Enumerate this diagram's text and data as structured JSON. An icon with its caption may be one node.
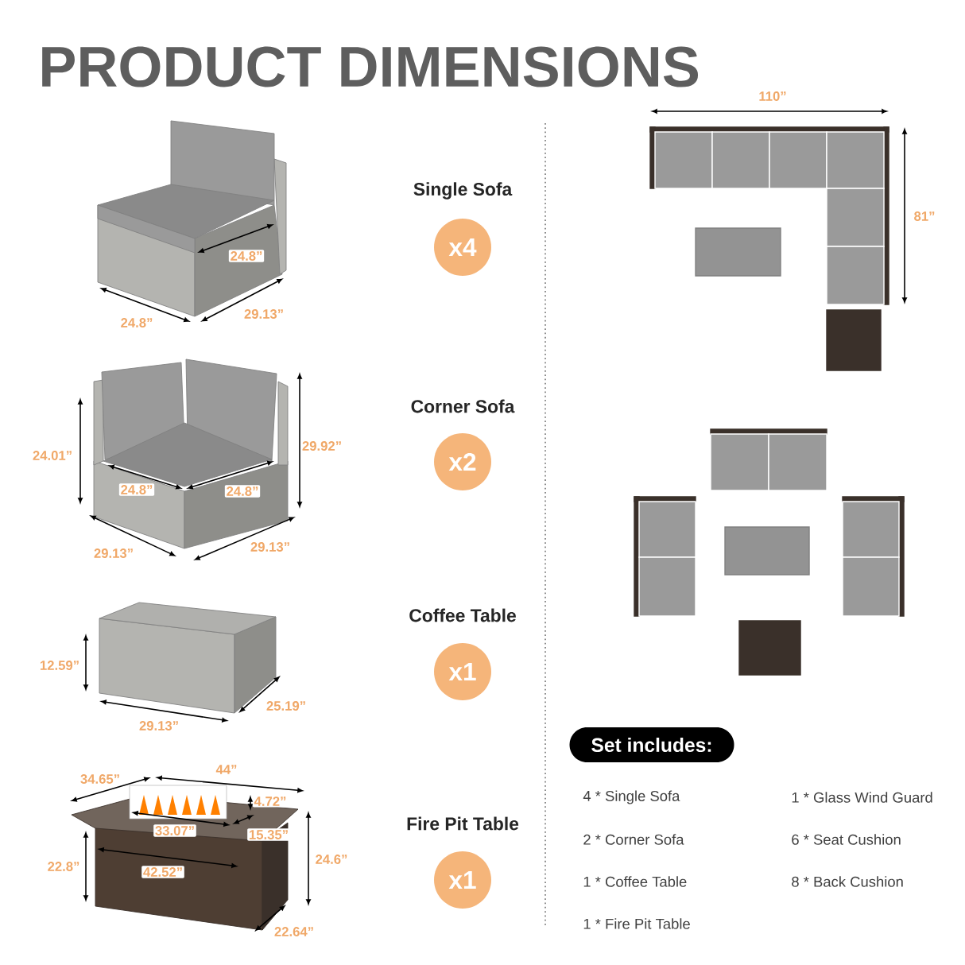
{
  "diagram": {
    "title": "PRODUCT DIMENSIONS",
    "nodes": [
      {
        "text": [
          "Single Sofa",
          "x4"
        ]
      },
      {
        "text": [
          "Corner Sofa",
          "x2"
        ]
      },
      {
        "text": [
          "Coffee Table",
          "x1"
        ]
      },
      {
        "text": [
          "Fire Pit Table",
          "x1"
        ]
      },
      {
        "text": [
          "Set includes:"
        ]
      }
    ],
    "labels": [
      "110”",
      "81”",
      "24.8”",
      "24.8”",
      "29.13”",
      "24.01”",
      "29.92”",
      "24.8”",
      "24.8”",
      "29.13”",
      "29.13”",
      "12.59”",
      "25.19”",
      "29.13”",
      "34.65”",
      "44”",
      "4.72”",
      "33.07”",
      "15.35”",
      "22.8”",
      "24.6”",
      "42.52”",
      "22.64”",
      "4 * Single Sofa",
      "1 * Glass Wind Guard",
      "2 * Corner Sofa",
      "6 * Seat Cushion",
      "1 * Coffee Table",
      "8 * Back Cushion",
      "1 * Fire Pit Table"
    ]
  }
}
